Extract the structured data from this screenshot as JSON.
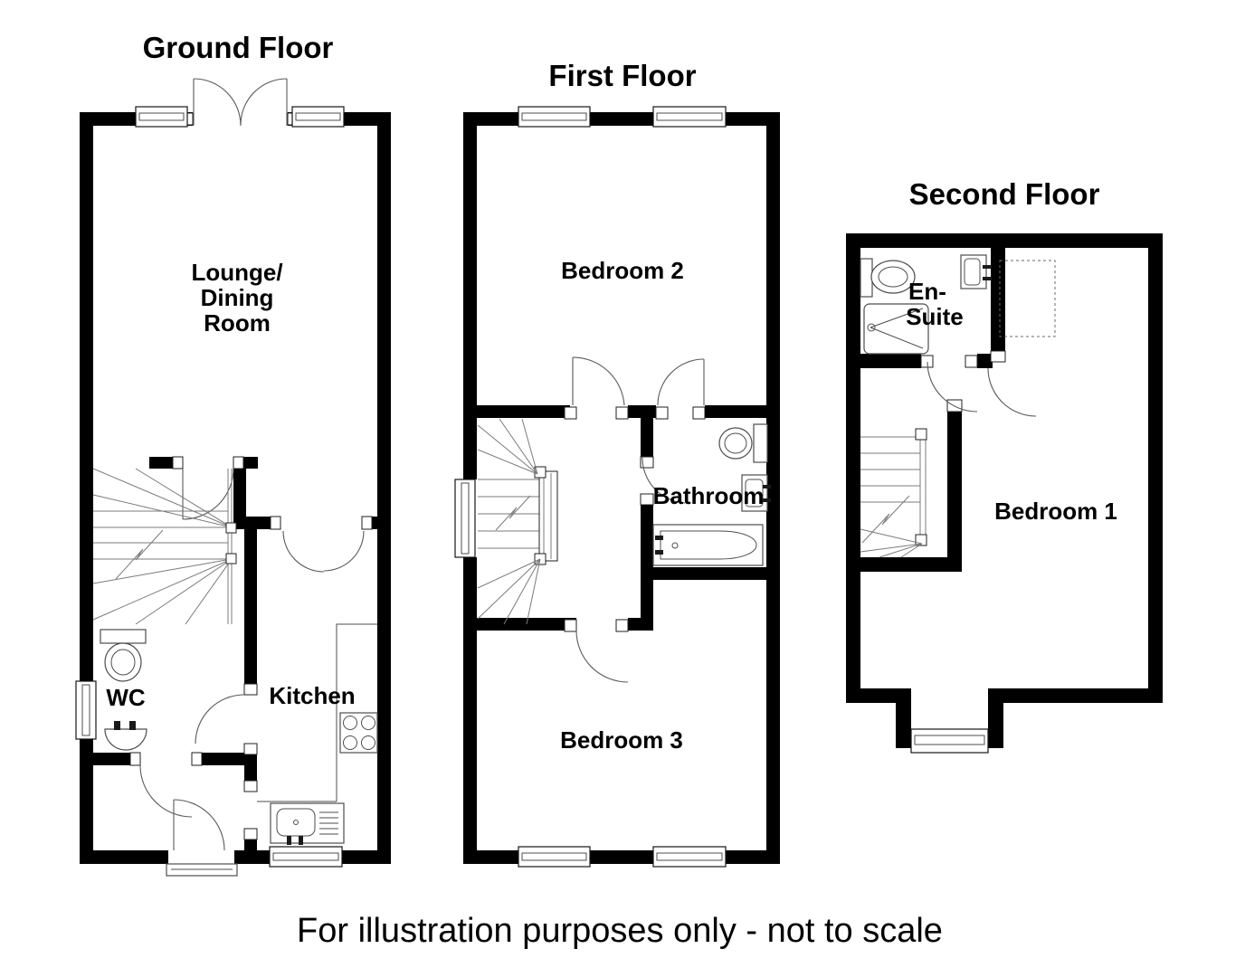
{
  "page": {
    "background": "#ffffff",
    "wall_color": "#000000",
    "detail_line_color": "#555555"
  },
  "floors": {
    "ground": {
      "title": "Ground Floor",
      "rooms": {
        "lounge_line1": "Lounge/",
        "lounge_line2": "Dining",
        "lounge_line3": "Room",
        "wc": "WC",
        "kitchen": "Kitchen"
      }
    },
    "first": {
      "title": "First Floor",
      "rooms": {
        "bedroom2": "Bedroom 2",
        "bathroom": "Bathroom",
        "bedroom3": "Bedroom 3"
      }
    },
    "second": {
      "title": "Second Floor",
      "rooms": {
        "ensuite_line1": "En-",
        "ensuite_line2": "Suite",
        "bedroom1": "Bedroom 1"
      }
    }
  },
  "footer": {
    "disclaimer": "For illustration purposes only - not to scale"
  }
}
